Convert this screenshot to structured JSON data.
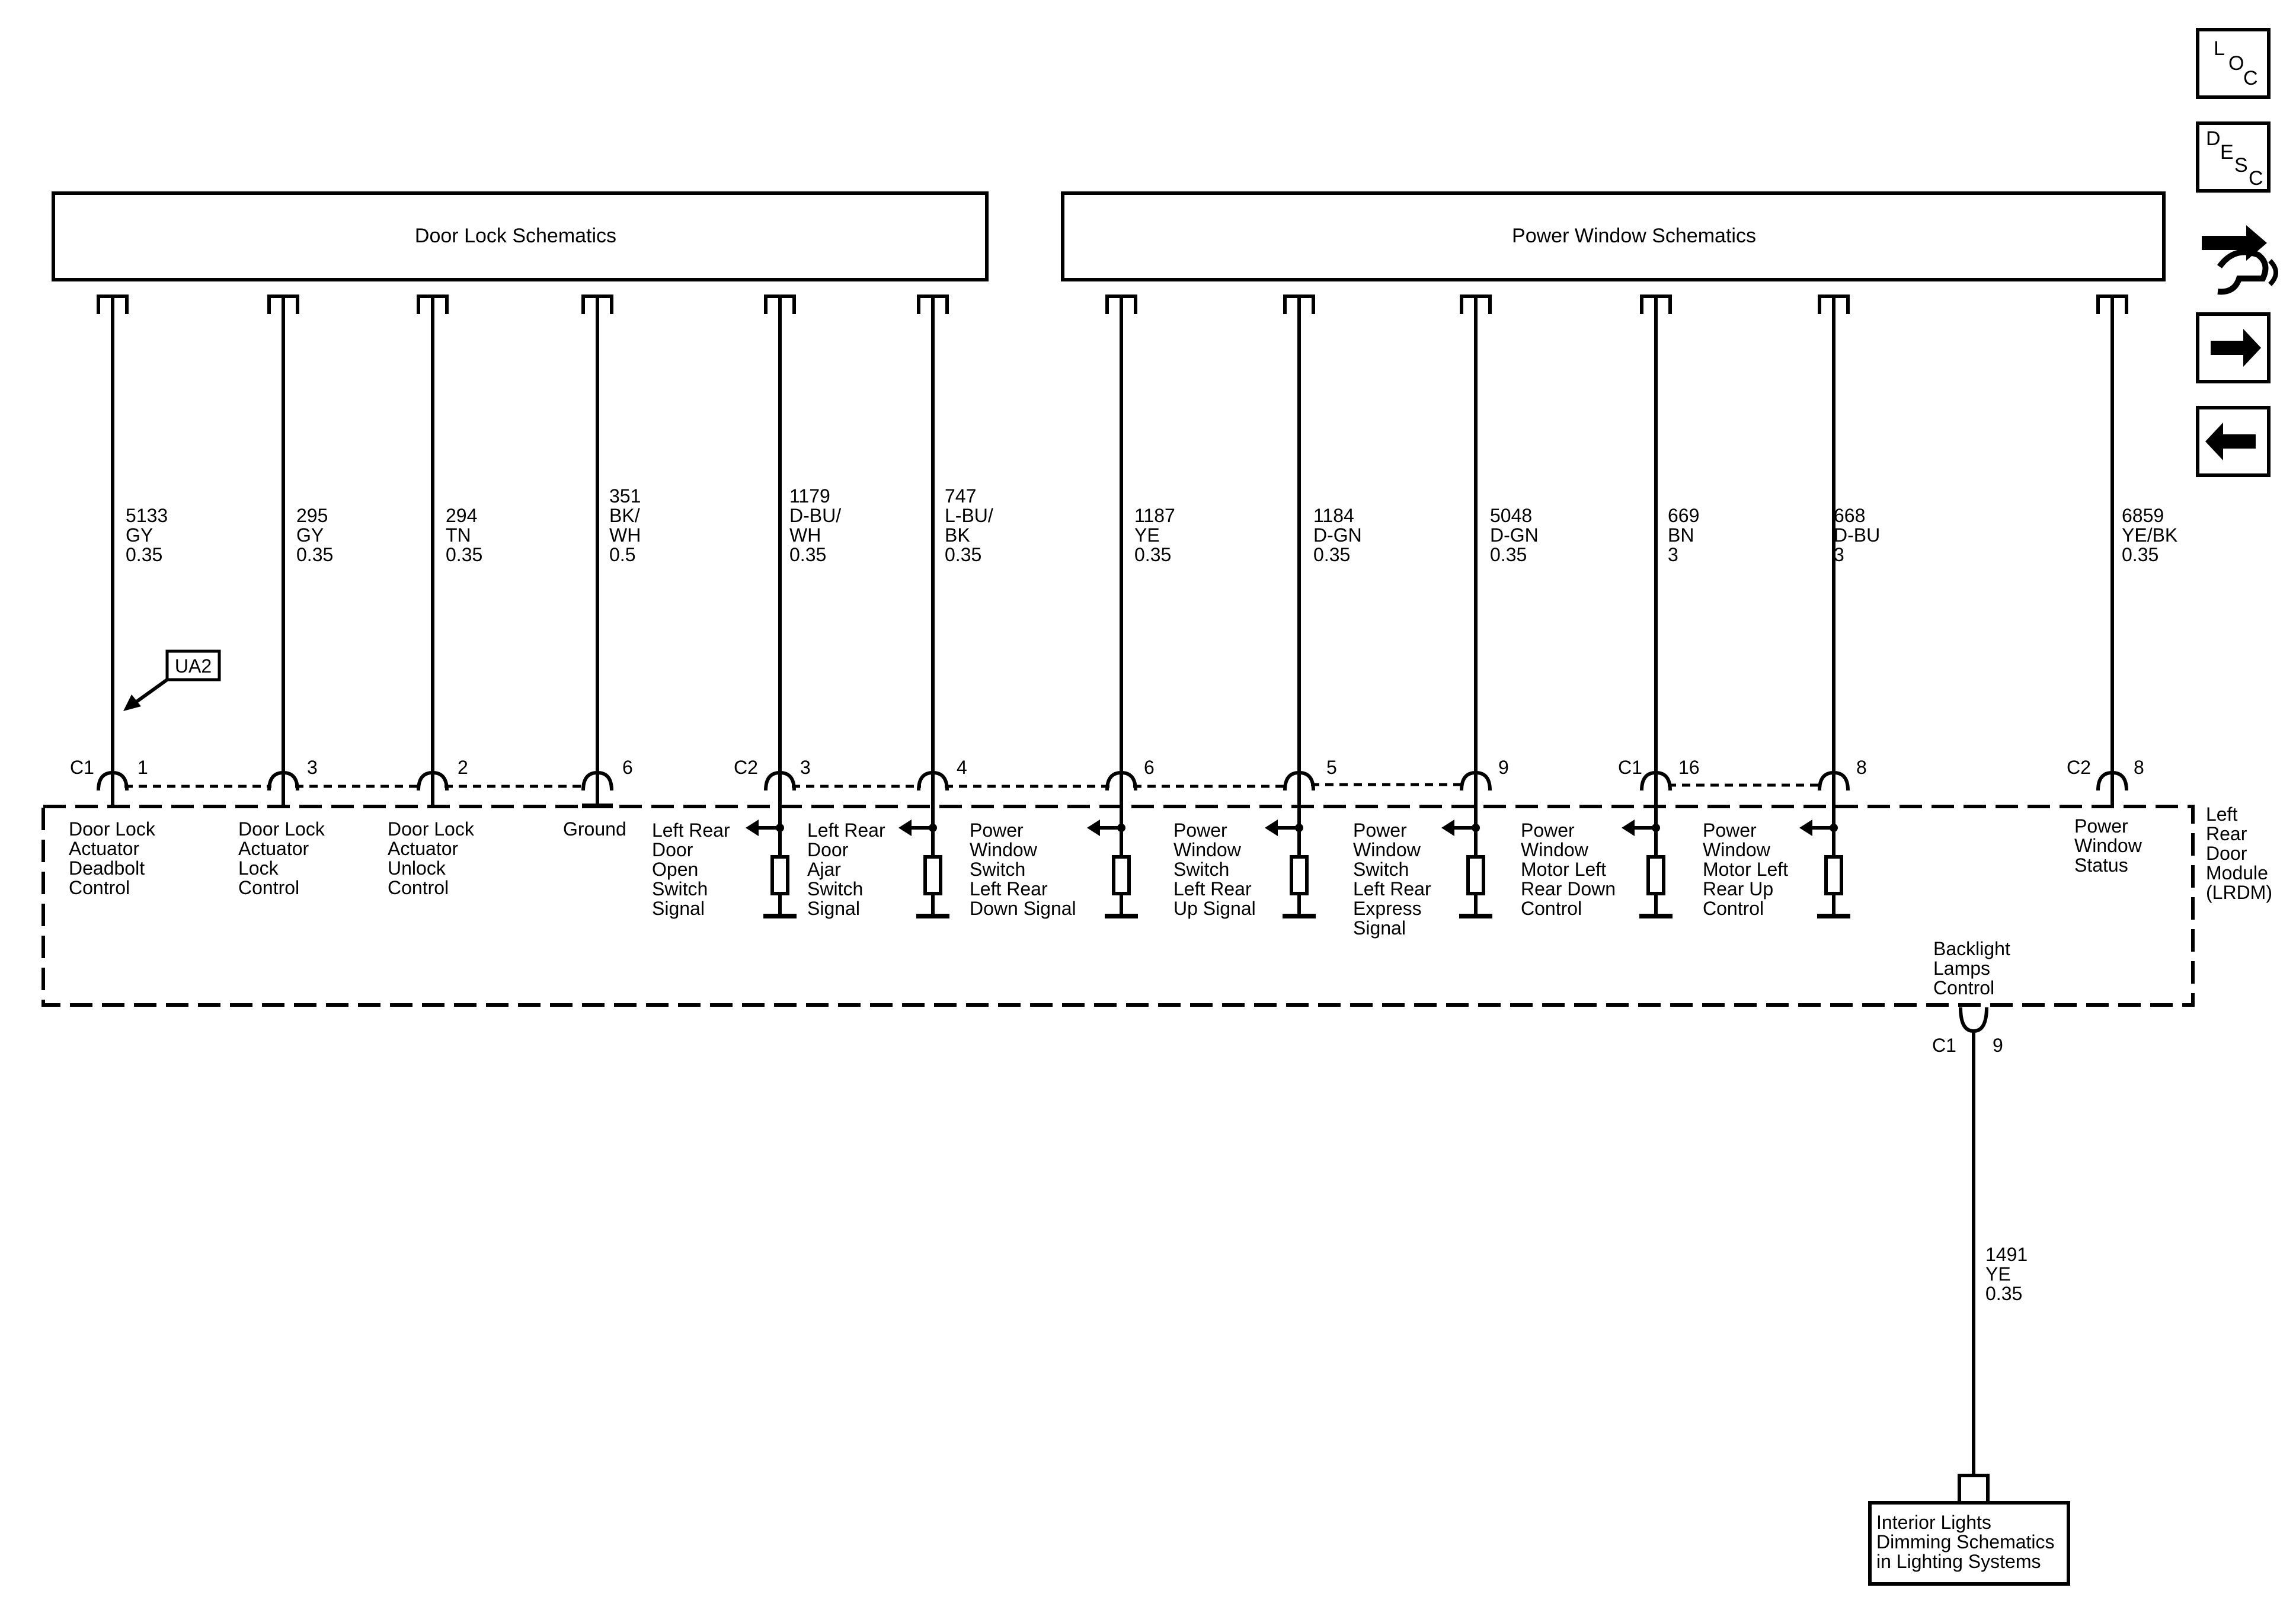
{
  "headers": {
    "door_lock": "Door Lock Schematics",
    "power_window": "Power Window Schematics"
  },
  "ua2_label": "UA2",
  "module": {
    "name_lines": [
      "Left",
      "Rear",
      "Door",
      "Module",
      "(LRDM)"
    ],
    "backlight_lines": [
      "Backlight",
      "Lamps",
      "Control"
    ],
    "bottom_connector": "C1",
    "bottom_pin": "9"
  },
  "circuits": [
    {
      "connector": "C1",
      "pin": "1",
      "wire": [
        "5133",
        "GY",
        "0.35"
      ],
      "func": [
        "Door Lock",
        "Actuator",
        "Deadbolt",
        "Control"
      ]
    },
    {
      "connector": "",
      "pin": "3",
      "wire": [
        "295",
        "GY",
        "0.35"
      ],
      "func": [
        "Door Lock",
        "Actuator",
        "Lock",
        "Control"
      ]
    },
    {
      "connector": "",
      "pin": "2",
      "wire": [
        "294",
        "TN",
        "0.35"
      ],
      "func": [
        "Door Lock",
        "Actuator",
        "Unlock",
        "Control"
      ]
    },
    {
      "connector": "",
      "pin": "6",
      "wire": [
        "351",
        "BK/",
        "WH",
        "0.5"
      ],
      "func": [
        "Ground"
      ]
    },
    {
      "connector": "C2",
      "pin": "3",
      "wire": [
        "1179",
        "D-BU/",
        "WH",
        "0.35"
      ],
      "func": [
        "Left Rear",
        "Door",
        "Open",
        "Switch",
        "Signal"
      ]
    },
    {
      "connector": "",
      "pin": "4",
      "wire": [
        "747",
        "L-BU/",
        "BK",
        "0.35"
      ],
      "func": [
        "Left Rear",
        "Door",
        "Ajar",
        "Switch",
        "Signal"
      ]
    },
    {
      "connector": "",
      "pin": "6",
      "wire": [
        "1187",
        "YE",
        "0.35"
      ],
      "func": [
        "Power",
        "Window",
        "Switch",
        "Left Rear",
        "Down Signal"
      ]
    },
    {
      "connector": "",
      "pin": "5",
      "wire": [
        "1184",
        "D-GN",
        "0.35"
      ],
      "func": [
        "Power",
        "Window",
        "Switch",
        "Left Rear",
        "Up Signal"
      ]
    },
    {
      "connector": "",
      "pin": "9",
      "wire": [
        "5048",
        "D-GN",
        "0.35"
      ],
      "func": [
        "Power",
        "Window",
        "Switch",
        "Left Rear",
        "Express",
        "Signal"
      ]
    },
    {
      "connector": "C1",
      "pin": "16",
      "wire": [
        "669",
        "BN",
        "3"
      ],
      "func": [
        "Power",
        "Window",
        "Motor Left",
        "Rear Down",
        "Control"
      ]
    },
    {
      "connector": "",
      "pin": "8",
      "wire": [
        "668",
        "D-BU",
        "3"
      ],
      "func": [
        "Power",
        "Window",
        "Motor Left",
        "Rear Up",
        "Control"
      ]
    },
    {
      "connector": "C2",
      "pin": "8",
      "wire": [
        "6859",
        "YE/BK",
        "0.35"
      ],
      "func": [
        "Power",
        "Window",
        "Status"
      ]
    }
  ],
  "backlight_wire": [
    "1491",
    "YE",
    "0.35"
  ],
  "interior_box_lines": [
    "Interior Lights",
    "Dimming Schematics",
    "in Lighting Systems"
  ],
  "nav": {
    "loc": [
      "L",
      "O",
      "C"
    ],
    "desc": [
      "D",
      "E",
      "S",
      "C"
    ]
  }
}
